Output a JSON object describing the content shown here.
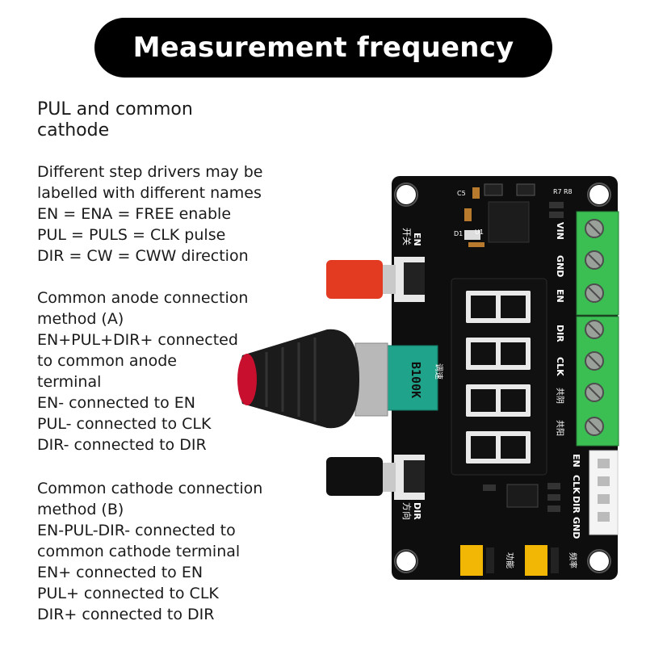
{
  "header": {
    "title": "Measurement frequency"
  },
  "sections": {
    "pul": {
      "title_line1": "PUL and common",
      "title_line2": "cathode"
    },
    "names": {
      "lines": [
        "Different step drivers may be",
        "labelled with different names",
        "EN = ENA = FREE enable",
        "PUL = PULS = CLK pulse",
        "DIR = CW = CWW direction"
      ]
    },
    "anode": {
      "lines": [
        "Common anode connection",
        "method (A)",
        "EN+PUL+DIR+ connected",
        "to common anode",
        "terminal",
        "EN- connected to EN",
        "PUL- connected to CLK",
        "DIR- connected to DIR"
      ]
    },
    "cathode": {
      "lines": [
        "Common cathode connection",
        "method (B)",
        "EN-PUL-DIR- connected to",
        "common cathode terminal",
        "EN+ connected to EN",
        "PUL+ connected to CLK",
        "DIR+ connected to DIR"
      ]
    }
  },
  "board": {
    "display_digits": "8888",
    "pot_label": "B100K",
    "switch_en_label": "EN",
    "switch_en_cn": "开关",
    "switch_dir_label": "DIR",
    "switch_dir_cn": "方向",
    "speed_cn": "调速",
    "terminal_labels": [
      "VIN",
      "GND",
      "EN",
      "DIR",
      "CLK"
    ],
    "common_cn_1": "共阴",
    "common_cn_2": "共阳",
    "connector_labels": [
      "EN",
      "CLK",
      "DIR",
      "GND"
    ],
    "jumper_func_cn": "功能",
    "jumper_freq_cn": "频率",
    "chip_labels": [
      "U1",
      "R7",
      "R8",
      "C5",
      "D1"
    ],
    "colors": {
      "pcb": "#0e0e0e",
      "terminal": "#3bbf53",
      "pot": "#1fa38a",
      "knob_cap": "#c8102e",
      "display_segment": "#e9e9e9",
      "jumper": "#f2b705"
    }
  }
}
